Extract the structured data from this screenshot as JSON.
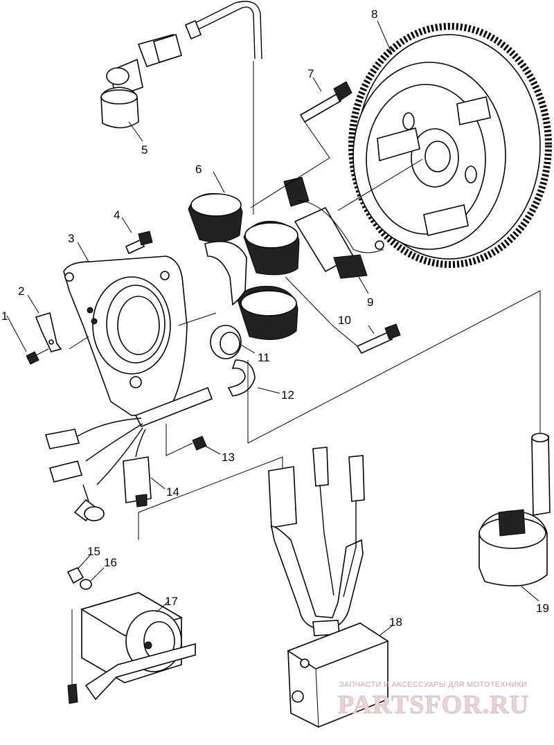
{
  "callouts": [
    {
      "id": "1",
      "label": "1"
    },
    {
      "id": "2",
      "label": "2"
    },
    {
      "id": "3",
      "label": "3"
    },
    {
      "id": "4",
      "label": "4"
    },
    {
      "id": "5",
      "label": "5"
    },
    {
      "id": "6",
      "label": "6"
    },
    {
      "id": "7",
      "label": "7"
    },
    {
      "id": "8",
      "label": "8"
    },
    {
      "id": "9",
      "label": "9"
    },
    {
      "id": "10",
      "label": "10"
    },
    {
      "id": "11",
      "label": "11"
    },
    {
      "id": "12",
      "label": "12"
    },
    {
      "id": "13",
      "label": "13"
    },
    {
      "id": "14",
      "label": "14"
    },
    {
      "id": "15",
      "label": "15"
    },
    {
      "id": "16",
      "label": "16"
    },
    {
      "id": "17",
      "label": "17"
    },
    {
      "id": "18",
      "label": "18"
    },
    {
      "id": "19",
      "label": "19"
    }
  ],
  "watermark": {
    "tagline": "ЗАПЧАСТИ И АКСЕССУАРЫ ДЛЯ МОТОТЕХНИКИ",
    "logo": "PARTSFOR.RU"
  }
}
